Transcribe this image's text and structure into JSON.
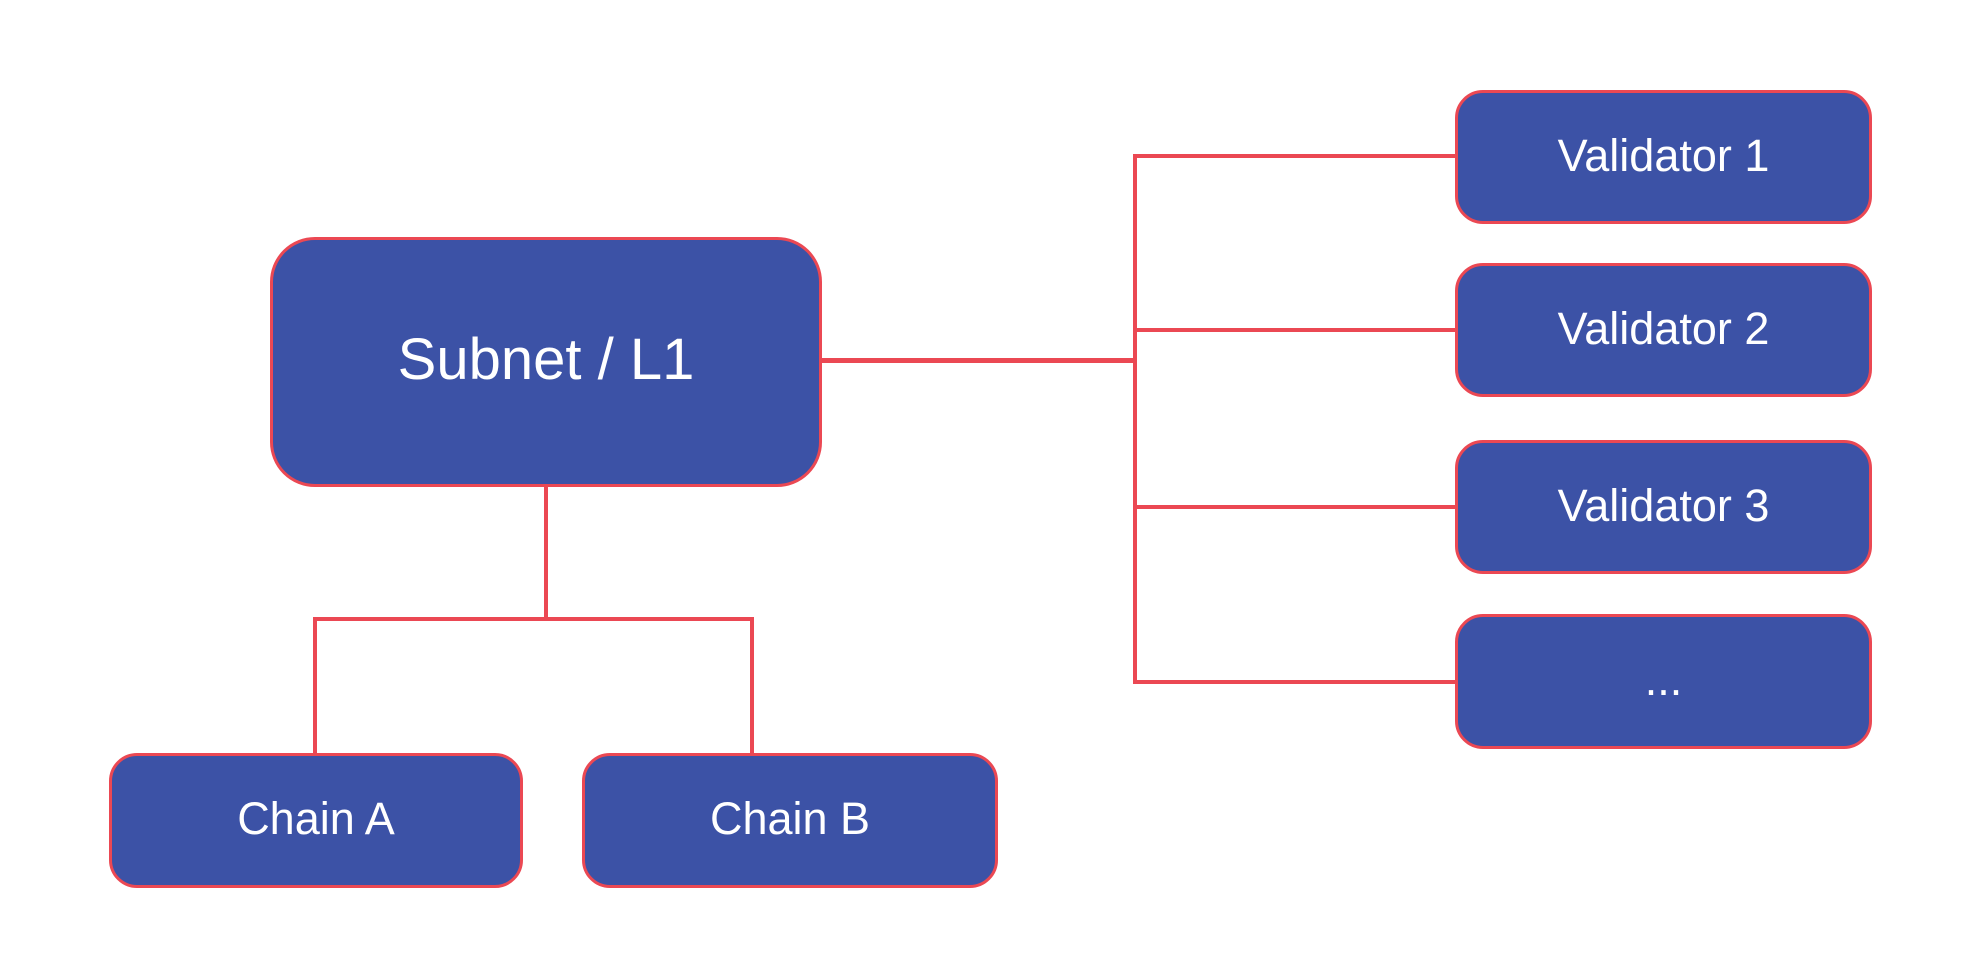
{
  "diagram": {
    "type": "tree",
    "background": "#FFFFFF",
    "colors": {
      "node-fill": "#3C52A6",
      "node-border": "#EB4853",
      "connector": "#EB4853",
      "label": "#FFFFFF"
    },
    "nodes": {
      "subnet": {
        "label": "Subnet / L1"
      },
      "chain_a": {
        "label": "Chain A"
      },
      "chain_b": {
        "label": "Chain B"
      },
      "validator_1": {
        "label": "Validator 1"
      },
      "validator_2": {
        "label": "Validator 2"
      },
      "validator_3": {
        "label": "Validator 3"
      },
      "validator_more": {
        "label": "..."
      }
    },
    "edges": [
      {
        "from": "Subnet / L1",
        "to": "Chain A"
      },
      {
        "from": "Subnet / L1",
        "to": "Chain B"
      },
      {
        "from": "Subnet / L1",
        "to": "Validator 1"
      },
      {
        "from": "Subnet / L1",
        "to": "Validator 2"
      },
      {
        "from": "Subnet / L1",
        "to": "Validator 3"
      },
      {
        "from": "Subnet / L1",
        "to": "..."
      }
    ]
  }
}
